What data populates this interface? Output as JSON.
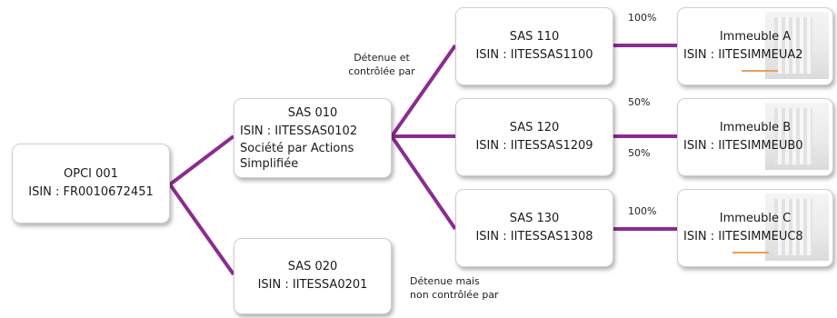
{
  "colors": {
    "connector": "#8b2c8f"
  },
  "entities": {
    "opci001": {
      "name": "OPCI 001",
      "isin": "ISIN : FR0010672451"
    },
    "sas010": {
      "name": "SAS 010",
      "isin": "ISIN : IITESSAS0102",
      "desc1": "Société par Actions",
      "desc2": "Simplifiée"
    },
    "sas020": {
      "name": "SAS 020",
      "isin": "ISIN : IITESSA0201"
    },
    "sas110": {
      "name": "SAS 110",
      "isin": "ISIN : IITESSAS1100"
    },
    "sas120": {
      "name": "SAS 120",
      "isin": "ISIN : IITESSAS1209"
    },
    "sas130": {
      "name": "SAS 130",
      "isin": "ISIN : IITESSAS1308"
    },
    "immA": {
      "name": "Immeuble A",
      "isin": "ISIN : IITESIMMEUA2"
    },
    "immB": {
      "name": "Immeuble B",
      "isin": "ISIN : IITESIMMEUB0"
    },
    "immC": {
      "name": "Immeuble C",
      "isin": "ISIN : IITESIMMEUC8"
    }
  },
  "labels": {
    "held_controlled_1": "Détenue et",
    "held_controlled_2": "contrôlée par",
    "held_not_controlled_1": "Détenue mais",
    "held_not_controlled_2": "non contrôlée par",
    "pct_a": "100%",
    "pct_b_top": "50%",
    "pct_b_bottom": "50%",
    "pct_c": "100%"
  }
}
